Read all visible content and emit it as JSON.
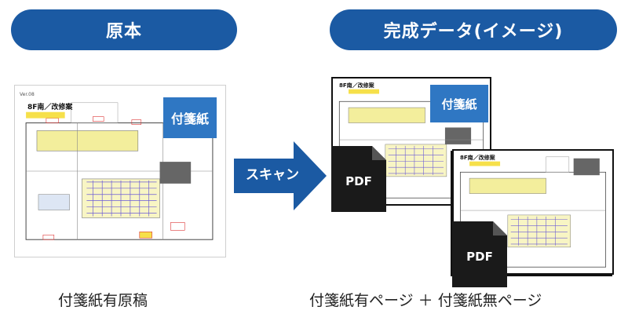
{
  "headers": {
    "original": "原本",
    "complete": "完成データ(イメージ)"
  },
  "arrow": {
    "label": "スキャン"
  },
  "sticky_note": {
    "label": "付箋紙"
  },
  "pdf": {
    "label": "PDF"
  },
  "floor_plan": {
    "title": "8F南／改修案",
    "version": "Ver.08"
  },
  "captions": {
    "left": "付箋紙有原稿",
    "right": "付箋紙有ページ ＋ 付箋紙無ページ"
  },
  "colors": {
    "header_blue": "#1b5aa3",
    "sticky_blue": "#2f77c3",
    "pdf_black": "#1a1a1a",
    "plan_yellow": "#f3ee9c",
    "desk_purple": "#6b5bd6"
  }
}
